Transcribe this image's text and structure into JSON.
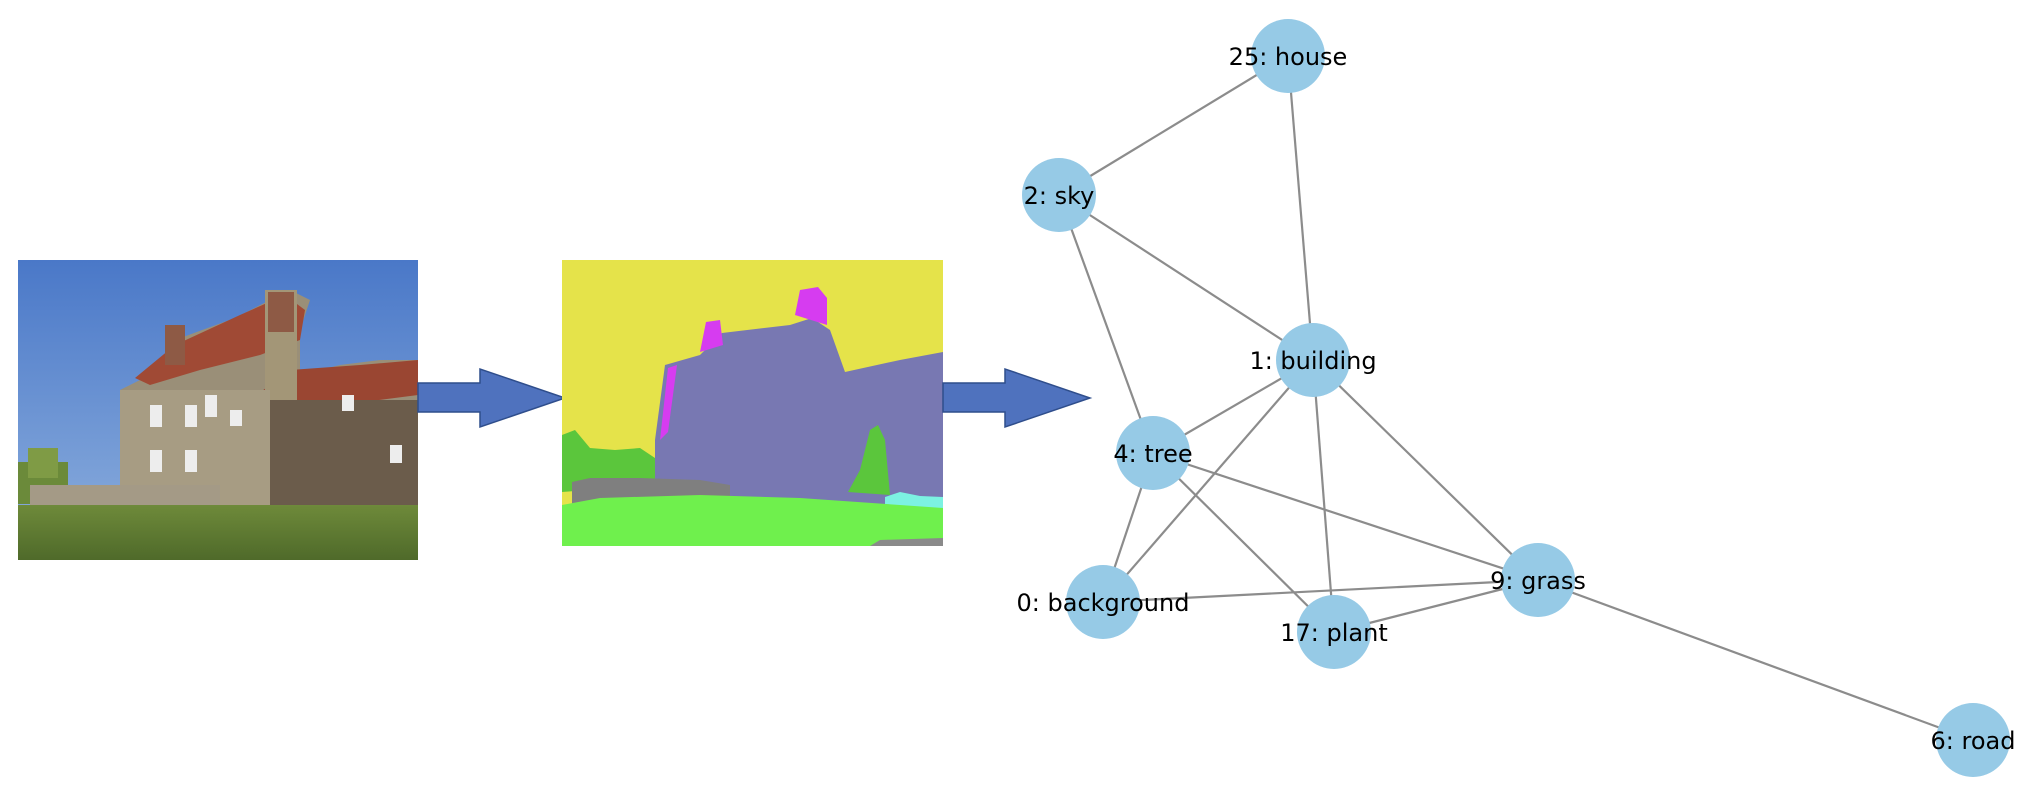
{
  "colors": {
    "arrow_fill": "#4F72BE",
    "arrow_stroke": "#2F4E8C",
    "node_fill": "#96CAE6",
    "edge": "#8C8C8C",
    "seg_sky": "#E5E34A",
    "seg_building": "#7878B2",
    "seg_chimney": "#D63CF0",
    "seg_tree": "#5BC63C",
    "seg_grass": "#6FF04D",
    "seg_wall": "#7F7F7F",
    "seg_road": "#8A8A8A",
    "seg_cyan": "#7CF2E2"
  },
  "photo": {
    "icon": "house-photo-icon"
  },
  "segmentation": {
    "icon": "segmentation-map-icon"
  },
  "graph": {
    "nodes": [
      {
        "id": "house",
        "label": "25: house"
      },
      {
        "id": "sky",
        "label": "2: sky"
      },
      {
        "id": "building",
        "label": "1: building"
      },
      {
        "id": "tree",
        "label": "4: tree"
      },
      {
        "id": "background",
        "label": "0: background"
      },
      {
        "id": "plant",
        "label": "17: plant"
      },
      {
        "id": "grass",
        "label": "9: grass"
      },
      {
        "id": "road",
        "label": "6: road"
      }
    ],
    "edges": [
      [
        "house",
        "sky"
      ],
      [
        "house",
        "building"
      ],
      [
        "sky",
        "building"
      ],
      [
        "sky",
        "tree"
      ],
      [
        "building",
        "tree"
      ],
      [
        "building",
        "background"
      ],
      [
        "building",
        "plant"
      ],
      [
        "building",
        "grass"
      ],
      [
        "tree",
        "background"
      ],
      [
        "tree",
        "plant"
      ],
      [
        "tree",
        "grass"
      ],
      [
        "background",
        "grass"
      ],
      [
        "plant",
        "grass"
      ],
      [
        "grass",
        "road"
      ]
    ]
  }
}
